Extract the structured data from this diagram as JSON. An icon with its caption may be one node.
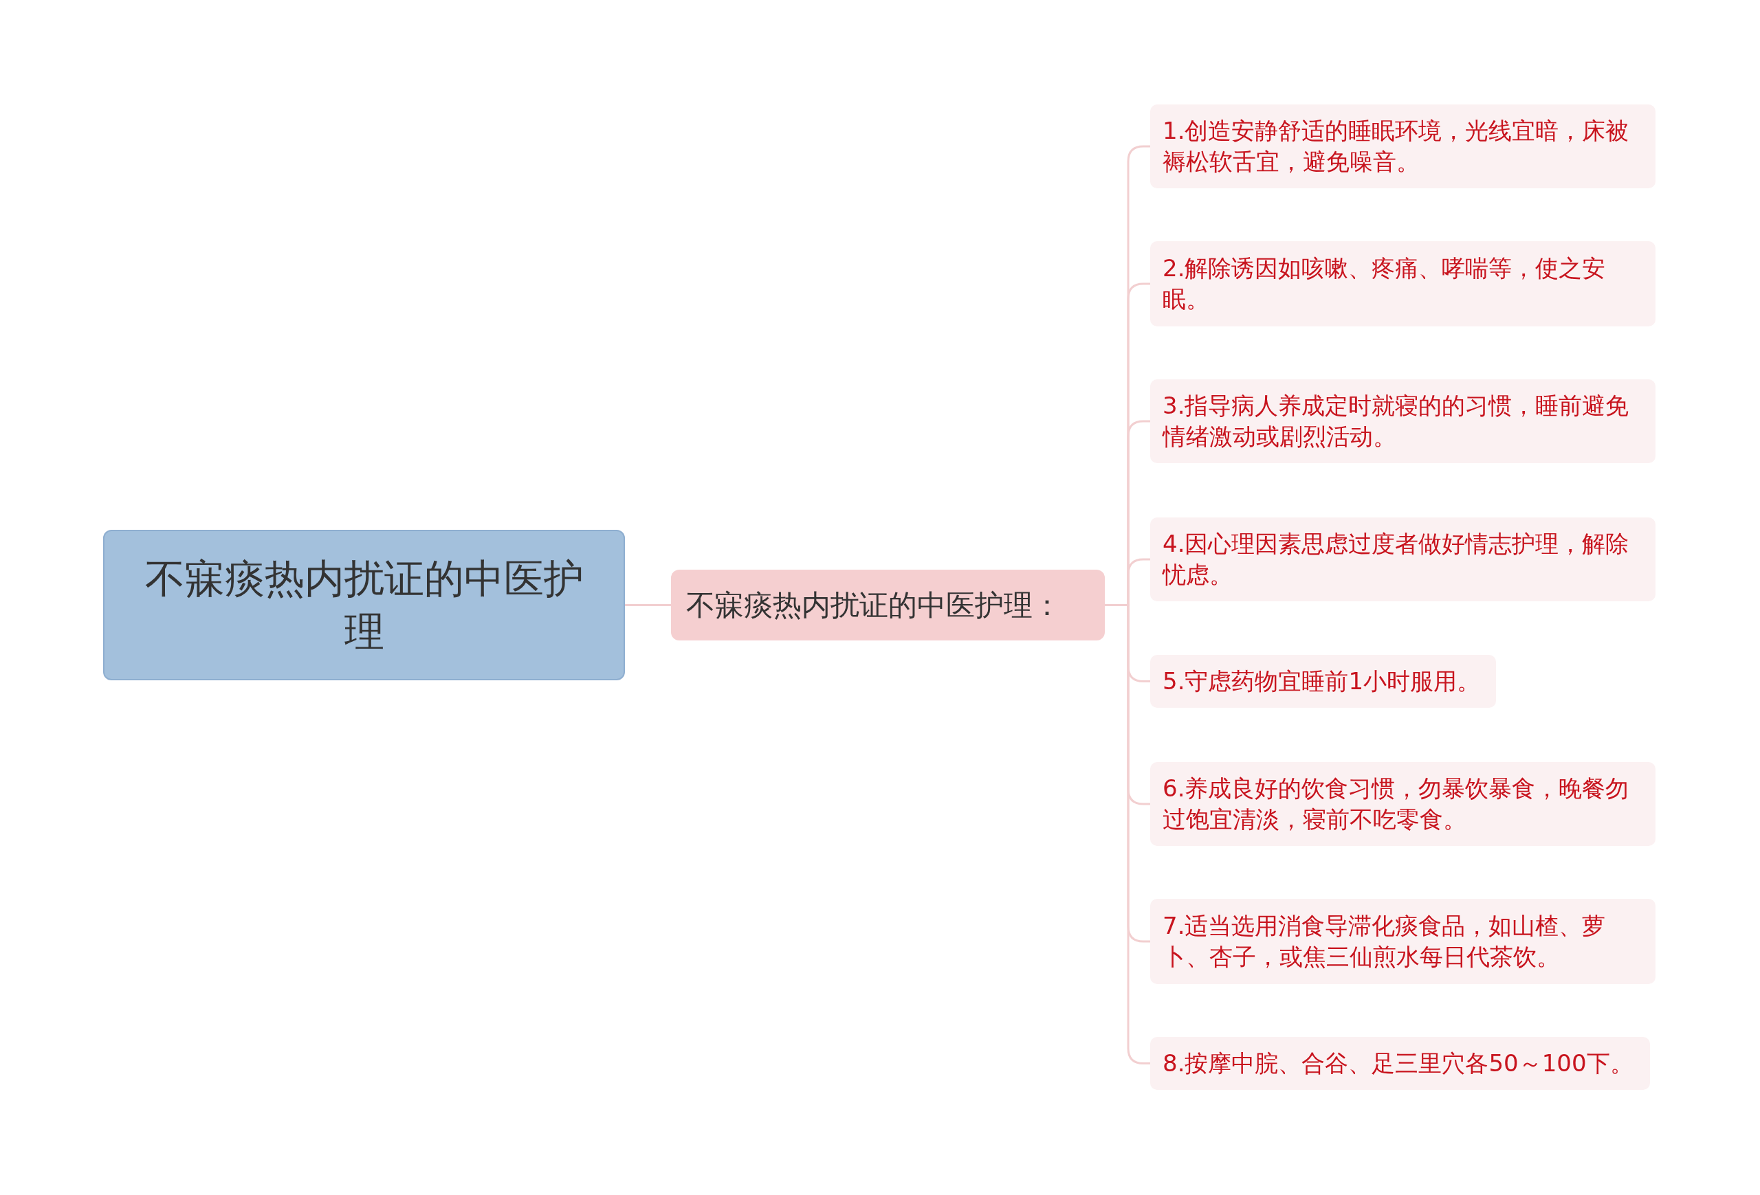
{
  "diagram": {
    "nodes": [
      {
        "text": [
          "不寐痰热内扰证的中医护理"
        ]
      },
      {
        "text": [
          "不寐痰热内扰证的中医护理："
        ]
      },
      {
        "text": [
          "1.创造安静舒适的睡眠环境，光线宜暗，床被褥松软舌宜，避免噪音。"
        ]
      },
      {
        "text": [
          "2.解除诱因如咳嗽、疼痛、哮喘等，使之安眠。"
        ]
      },
      {
        "text": [
          "3.指导病人养成定时就寝的的习惯，睡前避免情绪激动或剧烈活动。"
        ]
      },
      {
        "text": [
          "4.因心理因素思虑过度者做好情志护理，解除忧虑。"
        ]
      },
      {
        "text": [
          "5.守虑药物宜睡前1小时服用。"
        ]
      },
      {
        "text": [
          "6.养成良好的饮食习惯，勿暴饮暴食，晚餐勿过饱宜清淡，寝前不吃零食。"
        ]
      },
      {
        "text": [
          "7.适当选用消食导滞化痰食品，如山楂、萝卜、杏子，或焦三仙煎水每日代茶饮。"
        ]
      },
      {
        "text": [
          "8.按摩中脘、合谷、足三里穴各50～100下。"
        ]
      }
    ],
    "edges": [
      {
        "from": 0,
        "to": 1,
        "arrow": "none"
      },
      {
        "from": 1,
        "to": 2,
        "arrow": "none"
      },
      {
        "from": 1,
        "to": 3,
        "arrow": "none"
      },
      {
        "from": 1,
        "to": 4,
        "arrow": "none"
      },
      {
        "from": 1,
        "to": 5,
        "arrow": "none"
      },
      {
        "from": 1,
        "to": 6,
        "arrow": "none"
      },
      {
        "from": 1,
        "to": 7,
        "arrow": "none"
      },
      {
        "from": 1,
        "to": 8,
        "arrow": "none"
      },
      {
        "from": 1,
        "to": 9,
        "arrow": "none"
      }
    ]
  }
}
